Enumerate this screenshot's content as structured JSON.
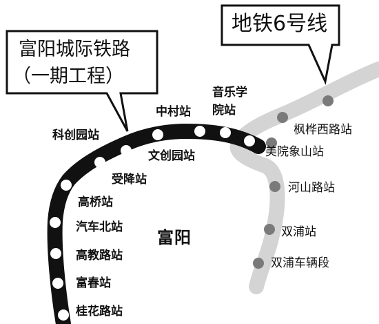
{
  "callouts": {
    "fuyang_railway_line1": "富阳城际铁路",
    "fuyang_railway_line2": "（一期工程）",
    "metro_line6": "地铁6号线"
  },
  "city_label": "富阳",
  "fuyang_line": {
    "name": "富阳城际铁路（一期工程）",
    "color": "#000000",
    "stations": [
      "桂花路站",
      "富春站",
      "高教路站",
      "汽车北站",
      "高桥站",
      "受降站",
      "科创园站",
      "文创园站",
      "中村站",
      "音乐学院站"
    ]
  },
  "metro6_line": {
    "name": "地铁6号线",
    "color": "#d6d6d6",
    "station_color": "#7a7a7a",
    "stations": [
      "双浦车辆段",
      "双浦站",
      "河山路站",
      "美院象山站",
      "枫桦西路站"
    ]
  },
  "labels": {
    "guihua": "桂花路站",
    "fuchun": "富春站",
    "gaojiao": "高教路站",
    "qiche": "汽车北站",
    "gaoqiao": "高桥站",
    "shouxiang": "受降站",
    "kechuang": "科创园站",
    "wenchuang": "文创园站",
    "zhongcun": "中村站",
    "yinyue1": "音乐学",
    "yinyue2": "院站",
    "fenghua": "枫桦西路站",
    "meiyuan": "美院象山站",
    "heshan": "河山路站",
    "shuangpu": "双浦站",
    "shuangpu_depot": "双浦车辆段"
  }
}
